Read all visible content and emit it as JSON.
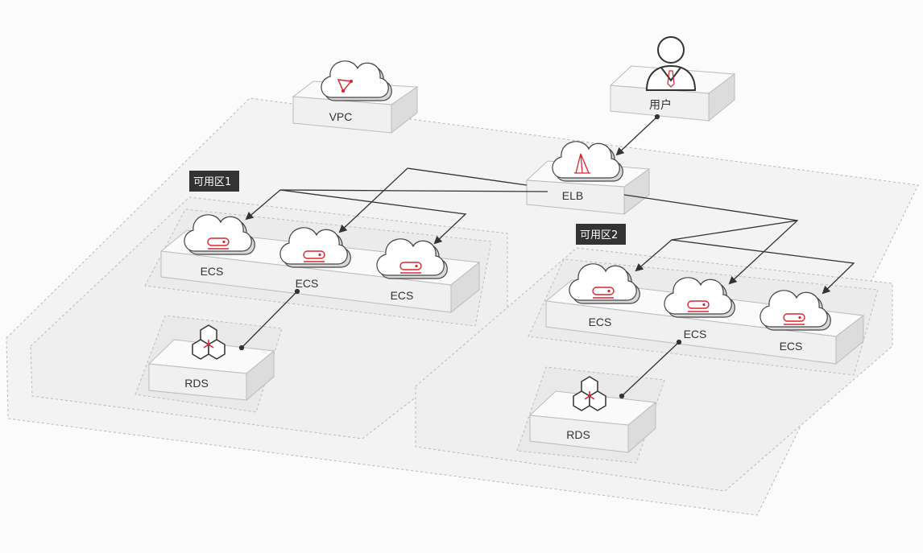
{
  "zones": [
    {
      "tag": "可用区1"
    },
    {
      "tag": "可用区2"
    }
  ],
  "nodes": {
    "vpc": "VPC",
    "user": "用户",
    "elb": "ELB",
    "zone1_ecs": [
      "ECS",
      "ECS",
      "ECS"
    ],
    "zone1_rds": "RDS",
    "zone2_ecs": [
      "ECS",
      "ECS",
      "ECS"
    ],
    "zone2_rds": "RDS"
  },
  "colors": {
    "accent": "#d9242f",
    "tag_bg": "#333333",
    "line": "#333333",
    "dash": "#b8b8b8"
  },
  "icons": {
    "vpc": "network-cloud-icon",
    "user": "user-icon",
    "elb": "load-balancer-cloud-icon",
    "ecs": "server-cloud-icon",
    "rds": "database-hexagon-icon"
  }
}
